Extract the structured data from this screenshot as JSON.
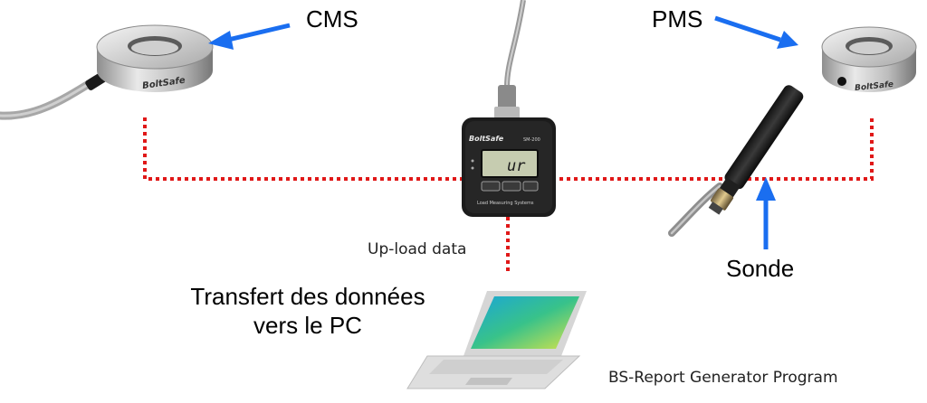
{
  "labels": {
    "cms": "CMS",
    "pms": "PMS",
    "sonde": "Sonde",
    "upload": "Up-load data",
    "transfer_line1": "Transfert des données",
    "transfer_line2": "vers le PC",
    "program": "BS-Report Generator Program"
  },
  "device": {
    "brand_logo": "BoltSafe",
    "model": "SM-200",
    "display": "ur",
    "footer": "Load Measuring Systems"
  },
  "sensor_logo": "BoltSafe",
  "colors": {
    "arrow": "#1a6ef0",
    "link": "#e01818",
    "device_body": "#1c1c1c",
    "lcd": "#c6ccb0"
  }
}
